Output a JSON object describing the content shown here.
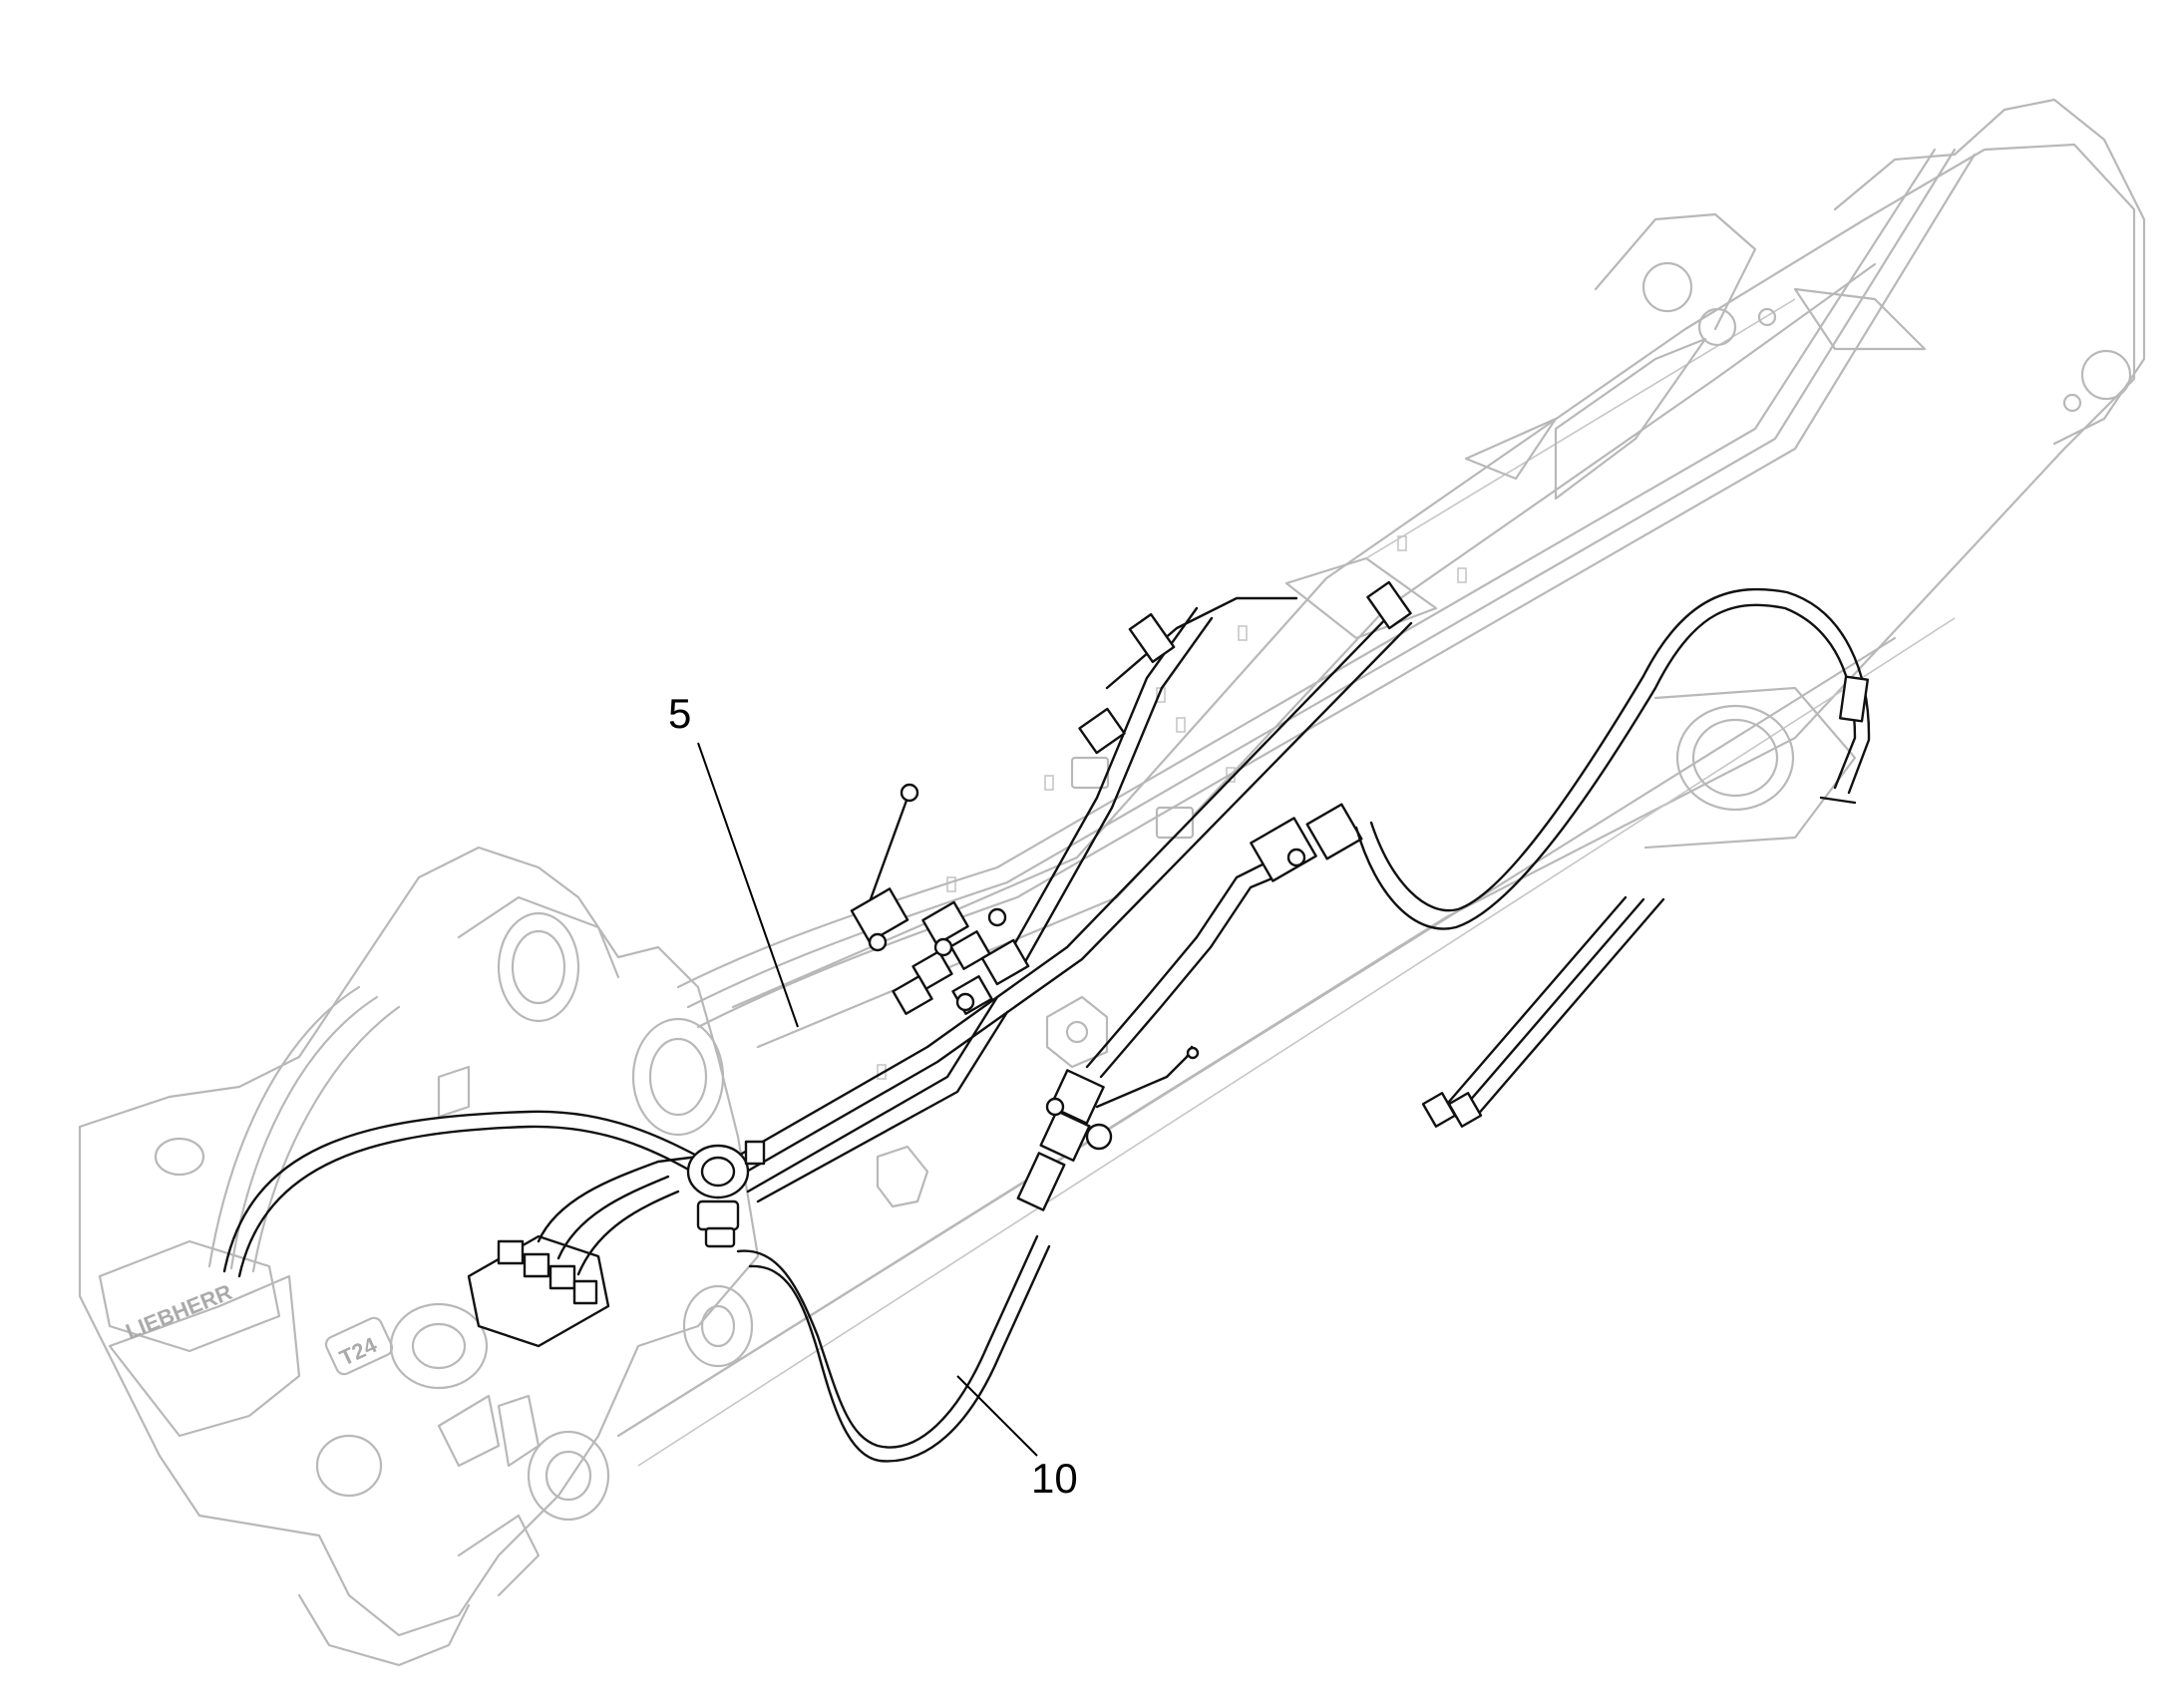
{
  "callouts": [
    {
      "id": "5",
      "label": "5"
    },
    {
      "id": "10",
      "label": "10"
    }
  ],
  "colors": {
    "line_dark": "#111111",
    "line_ghost": "#b8b8b8",
    "background": "#ffffff"
  },
  "logo_text": "LIEBHERR",
  "plate_text": "T24"
}
